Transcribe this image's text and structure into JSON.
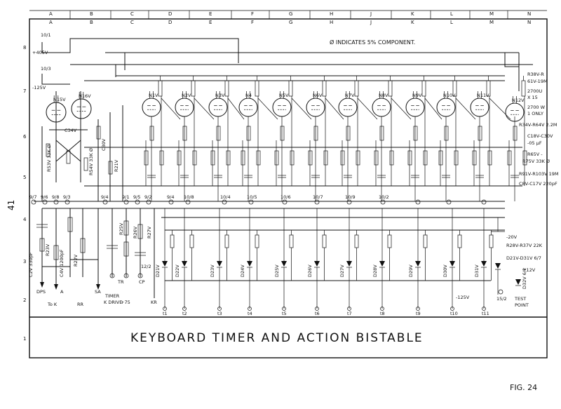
{
  "grid": {
    "columns": [
      "A",
      "B",
      "C",
      "D",
      "E",
      "F",
      "G",
      "H",
      "J",
      "K",
      "L",
      "M",
      "N"
    ],
    "rows": [
      "8",
      "7",
      "6",
      "5",
      "4",
      "3",
      "2",
      "1"
    ]
  },
  "page_number": "41",
  "note": "Ø INDICATES 5% COMPONENT.",
  "title": "KEYBOARD TIMER AND ACTION BISTABLE",
  "figure": "FIG. 24",
  "rails": {
    "pos_in": "10/1",
    "pos_volt": "+405V",
    "neg_in": "10/3",
    "neg_volt": "-125V",
    "minus20": "-20V",
    "plus12": "+12V"
  },
  "tubes_left": [
    "N15V",
    "N16V"
  ],
  "tubes": [
    "N1V",
    "N2V",
    "N3V",
    "N4",
    "N5V",
    "N6V",
    "N7V",
    "N8V",
    "N9V",
    "N10V",
    "N11V",
    "N12V"
  ],
  "terminals_top": [
    "9/7",
    "9/6",
    "9/8",
    "9/3",
    "9/4",
    "9/1",
    "9/5",
    "9/2",
    "9/4",
    "10/8",
    "10/4",
    "10/5",
    "10/6",
    "10/7",
    "10/9",
    "10/2"
  ],
  "outputs": [
    "t1",
    "t2",
    "t3",
    "t4",
    "t5",
    "t6",
    "t7",
    "t8",
    "t9",
    "t10",
    "t11"
  ],
  "diodes": [
    "D21V",
    "D22V",
    "D23V",
    "D24V",
    "D25V",
    "D26V",
    "D27V",
    "D28V",
    "D29V",
    "D30V",
    "D31V",
    "D32V"
  ],
  "bottom_labels": {
    "dps": "DPS",
    "a": "A",
    "tok": "To K",
    "rr": "RR",
    "sa": "SA",
    "timer": "TIMER",
    "kdrive": "K DRIVE",
    "tr": "TR",
    "plus75": "+75",
    "cp": "CP",
    "pin12": "12/2",
    "kr": "KR",
    "testpoint_pin": "15/2",
    "test": "TEST",
    "point": "POINT",
    "minus125": "-125V"
  },
  "legend_notes": [
    "R38V-R",
    "61V-19M",
    "2700U",
    "X 15",
    "2700 W",
    "1 ONLY",
    "R34V-R64V 2.2M",
    "C18V-C30V",
    "-05 µF",
    "R65V -",
    "R75V 33K Ø",
    "R91V-R103V 19M",
    "C8V-C17V 220pF"
  ],
  "right_notes": [
    "R28V-R37V 22K",
    "D21V-D31V 6/7",
    "D32V 6/2"
  ],
  "left_labels": [
    "C2V 330pF",
    "C4V 1200pF",
    "R22V",
    "R23V",
    "C34V",
    "R53V 33K Ø",
    "R54V 33K Ø",
    "C30V",
    "R21V",
    "R25V",
    "R26V",
    "R27V"
  ]
}
